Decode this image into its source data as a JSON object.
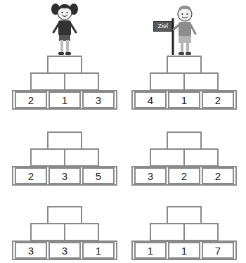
{
  "diagram": {
    "nodes": [
      {
        "text": [
          "2"
        ]
      },
      {
        "text": [
          "1"
        ]
      },
      {
        "text": [
          "3"
        ]
      },
      {
        "text": [
          "4"
        ]
      },
      {
        "text": [
          "1"
        ]
      },
      {
        "text": [
          "2"
        ]
      },
      {
        "text": [
          "2"
        ]
      },
      {
        "text": [
          "3"
        ]
      },
      {
        "text": [
          "5"
        ]
      },
      {
        "text": [
          "3"
        ]
      },
      {
        "text": [
          "2"
        ]
      },
      {
        "text": [
          "2"
        ]
      },
      {
        "text": [
          "3"
        ]
      },
      {
        "text": [
          "3"
        ]
      },
      {
        "text": [
          "1"
        ]
      },
      {
        "text": [
          "1"
        ]
      },
      {
        "text": [
          "1"
        ]
      },
      {
        "text": [
          "7"
        ]
      }
    ],
    "labels": [
      "Ziel"
    ]
  }
}
